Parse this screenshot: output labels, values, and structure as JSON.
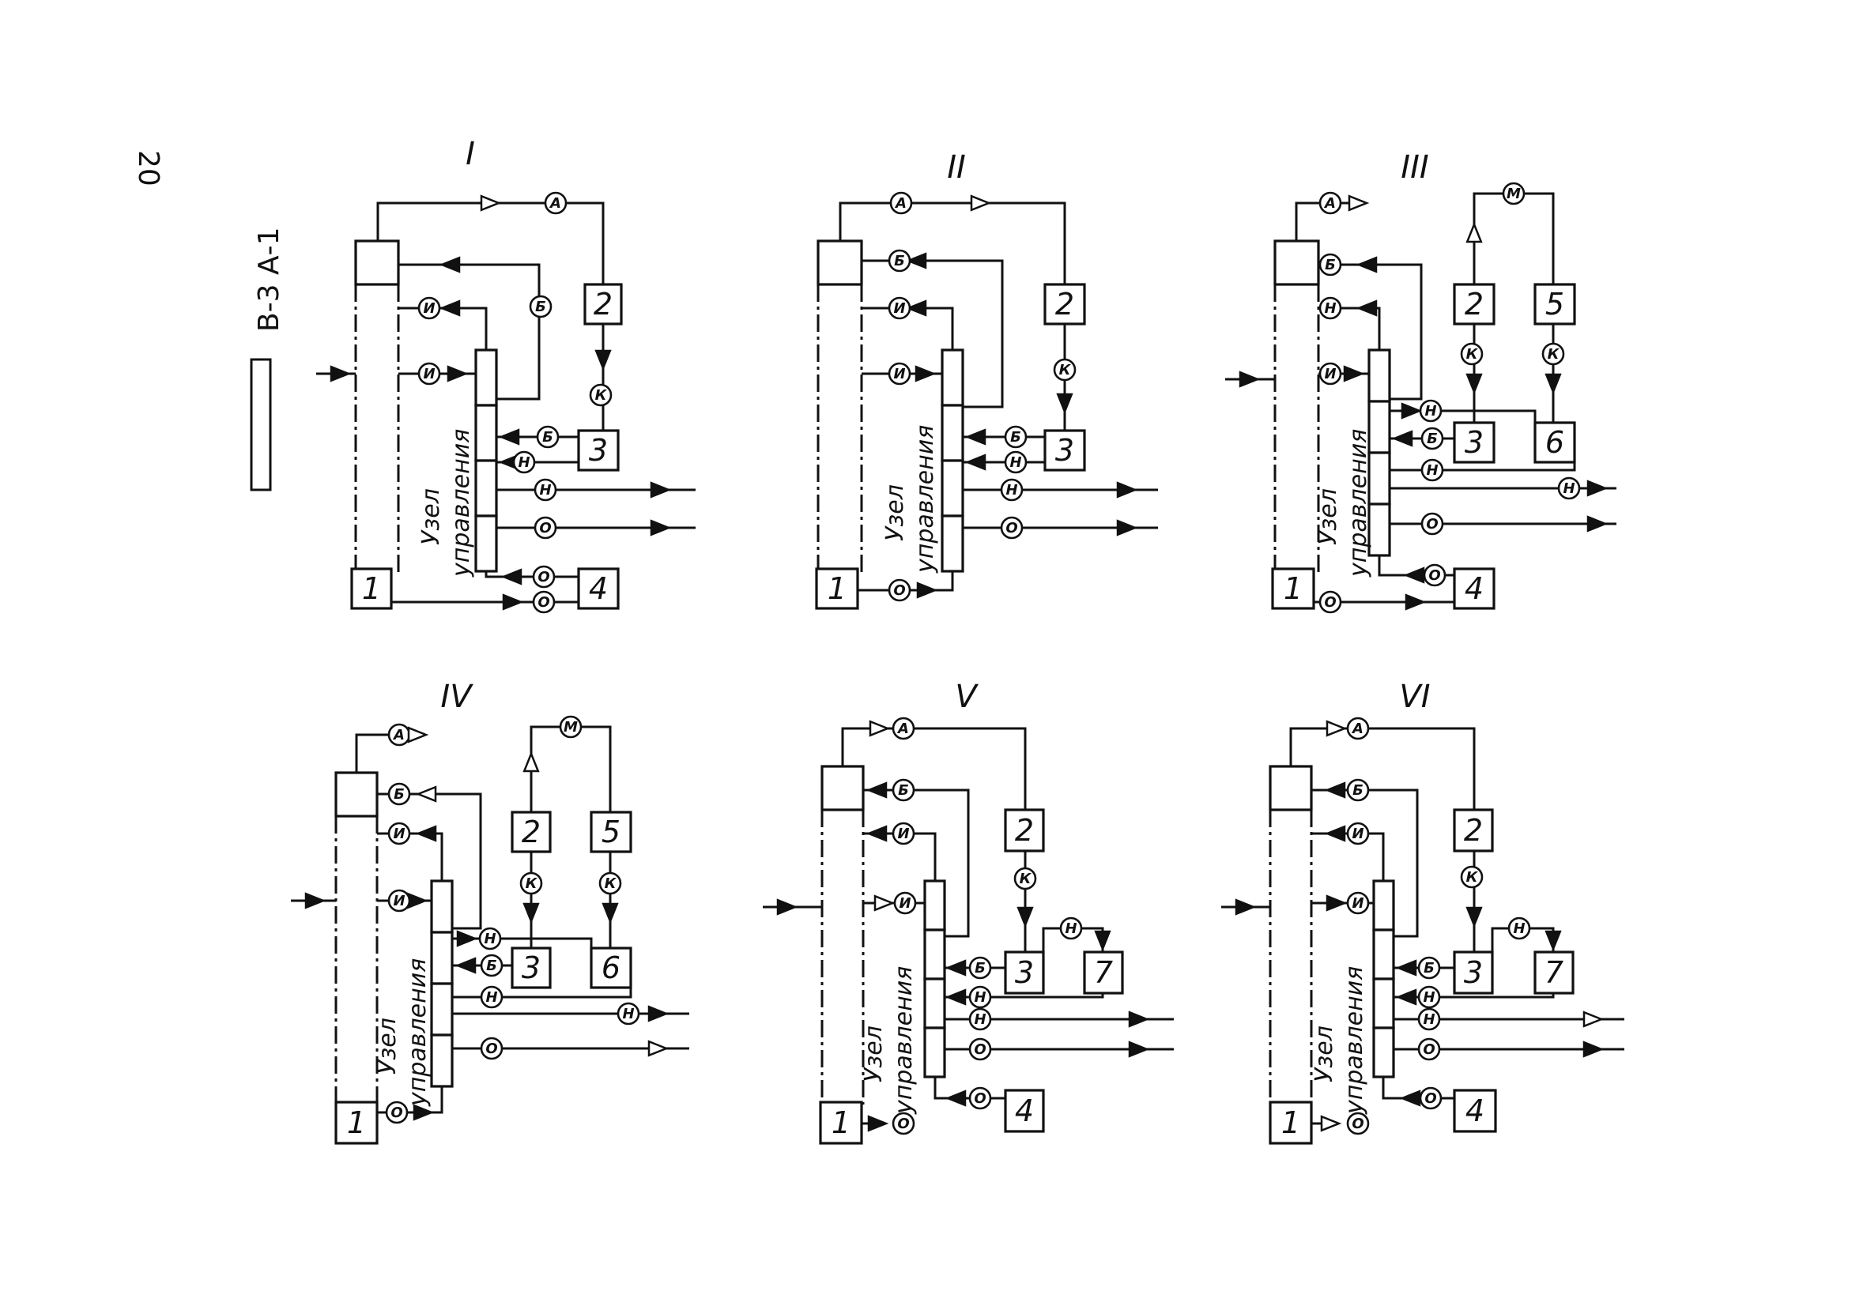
{
  "page_number": "20",
  "side_label": "В-3 А-1",
  "control_label": {
    "line1": "Узел",
    "line2": "управления"
  },
  "schemes": [
    {
      "id": "I",
      "roman": "I",
      "boxes": [
        "1",
        "2",
        "3",
        "4"
      ],
      "labels": [
        "А",
        "Б",
        "И",
        "И",
        "К",
        "Б",
        "Н",
        "Н",
        "О",
        "О",
        "О"
      ]
    },
    {
      "id": "II",
      "roman": "II",
      "boxes": [
        "1",
        "2",
        "3"
      ],
      "labels": [
        "А",
        "Б",
        "И",
        "И",
        "К",
        "Б",
        "Н",
        "Н",
        "О",
        "О"
      ]
    },
    {
      "id": "III",
      "roman": "III",
      "boxes": [
        "1",
        "2",
        "5",
        "3",
        "6",
        "4"
      ],
      "labels": [
        "А",
        "М",
        "Б",
        "Н",
        "И",
        "К",
        "К",
        "Н",
        "Б",
        "Н",
        "Н",
        "О",
        "О",
        "О"
      ]
    },
    {
      "id": "IV",
      "roman": "IV",
      "boxes": [
        "1",
        "2",
        "5",
        "3",
        "6"
      ],
      "labels": [
        "А",
        "М",
        "Б",
        "И",
        "И",
        "К",
        "К",
        "Н",
        "Б",
        "Н",
        "Н",
        "О",
        "О"
      ]
    },
    {
      "id": "V",
      "roman": "V",
      "boxes": [
        "1",
        "2",
        "3",
        "7",
        "4"
      ],
      "labels": [
        "А",
        "Б",
        "И",
        "И",
        "К",
        "Н",
        "Б",
        "Н",
        "Н",
        "О",
        "О",
        "О"
      ]
    },
    {
      "id": "VI",
      "roman": "VI",
      "boxes": [
        "1",
        "2",
        "3",
        "7",
        "4"
      ],
      "labels": [
        "А",
        "Б",
        "И",
        "И",
        "К",
        "Н",
        "Б",
        "Н",
        "Н",
        "О",
        "О",
        "О"
      ]
    }
  ]
}
